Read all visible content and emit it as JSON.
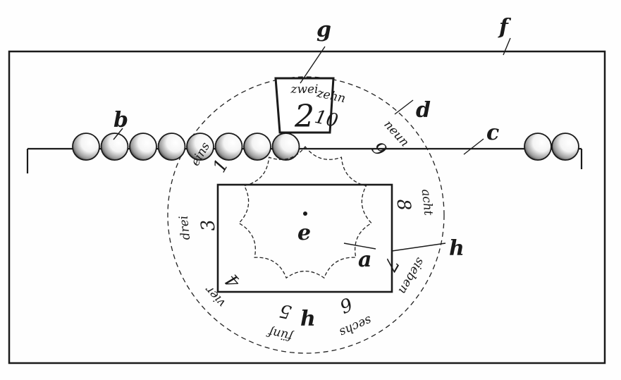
{
  "reference_letters": {
    "a": "a",
    "b": "b",
    "c": "c",
    "d": "d",
    "e": "e",
    "f": "f",
    "g": "g",
    "h_right": "h",
    "h_bottom": "h"
  },
  "window": {
    "word": "zwei",
    "digit": "2"
  },
  "dial_entries": [
    {
      "word": "eins",
      "digit": "1"
    },
    {
      "word": "drei",
      "digit": "3"
    },
    {
      "word": "vier",
      "digit": "4"
    },
    {
      "word": "fünf",
      "digit": "5"
    },
    {
      "word": "sechs",
      "digit": "6"
    },
    {
      "word": "sieben",
      "digit": "7"
    },
    {
      "word": "acht",
      "digit": "8"
    },
    {
      "word": "neun",
      "digit": "9"
    },
    {
      "word": "zehn",
      "digit": "10"
    }
  ],
  "beads": {
    "left_count": 8,
    "right_count": 2
  },
  "colors": {
    "ink": "#1a1a1a",
    "paper": "#fefefe"
  }
}
